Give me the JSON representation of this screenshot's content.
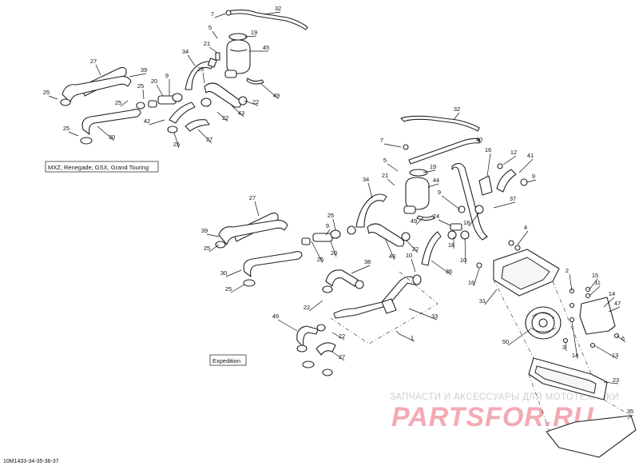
{
  "diagram": {
    "code": "10M1433-34-35-36-37",
    "groups": [
      {
        "id": "mxz",
        "label": "MXZ, Renegade, GSX, Grand Touring"
      },
      {
        "id": "expedition",
        "label": "Expedition"
      }
    ],
    "watermark": {
      "tagline": "ЗАПЧАСТИ И АКСЕССУАРЫ ДЛЯ МОТОТЕХНИКИ",
      "logo": "PARTSFOR.RU"
    },
    "callouts": [
      {
        "id": "c01",
        "n": "7"
      },
      {
        "id": "c02",
        "n": "32"
      },
      {
        "id": "c03",
        "n": "5"
      },
      {
        "id": "c04",
        "n": "19"
      },
      {
        "id": "c05",
        "n": "21"
      },
      {
        "id": "c06",
        "n": "45"
      },
      {
        "id": "c07",
        "n": "34"
      },
      {
        "id": "c08",
        "n": "27"
      },
      {
        "id": "c09",
        "n": "39"
      },
      {
        "id": "c10",
        "n": "25"
      },
      {
        "id": "c11",
        "n": "9"
      },
      {
        "id": "c12",
        "n": "20"
      },
      {
        "id": "c13",
        "n": "25"
      },
      {
        "id": "c14",
        "n": "25"
      },
      {
        "id": "c15",
        "n": "25"
      },
      {
        "id": "c16",
        "n": "49"
      },
      {
        "id": "c17",
        "n": "22"
      },
      {
        "id": "c18",
        "n": "43"
      },
      {
        "id": "c19",
        "n": "22"
      },
      {
        "id": "c20",
        "n": "42"
      },
      {
        "id": "c21",
        "n": "25"
      },
      {
        "id": "c22",
        "n": "30"
      },
      {
        "id": "c23",
        "n": "25"
      },
      {
        "id": "c24",
        "n": "27"
      },
      {
        "id": "c25",
        "n": "32"
      },
      {
        "id": "c26",
        "n": "7"
      },
      {
        "id": "c27",
        "n": "40"
      },
      {
        "id": "c28",
        "n": "16"
      },
      {
        "id": "c29",
        "n": "12"
      },
      {
        "id": "c30",
        "n": "41"
      },
      {
        "id": "c31",
        "n": "5"
      },
      {
        "id": "c32",
        "n": "19"
      },
      {
        "id": "c33",
        "n": "21"
      },
      {
        "id": "c34",
        "n": "44"
      },
      {
        "id": "c35",
        "n": "34"
      },
      {
        "id": "c36",
        "n": "9"
      },
      {
        "id": "c37",
        "n": "9"
      },
      {
        "id": "c38",
        "n": "37"
      },
      {
        "id": "c39",
        "n": "27"
      },
      {
        "id": "c40",
        "n": "25"
      },
      {
        "id": "c41",
        "n": "9"
      },
      {
        "id": "c42",
        "n": "24"
      },
      {
        "id": "c43",
        "n": "49"
      },
      {
        "id": "c44",
        "n": "18"
      },
      {
        "id": "c45",
        "n": "39"
      },
      {
        "id": "c46",
        "n": "25"
      },
      {
        "id": "c47",
        "n": "22"
      },
      {
        "id": "c48",
        "n": "18"
      },
      {
        "id": "c49",
        "n": "4"
      },
      {
        "id": "c50",
        "n": "25"
      },
      {
        "id": "c51",
        "n": "20"
      },
      {
        "id": "c52",
        "n": "43"
      },
      {
        "id": "c53",
        "n": "10"
      },
      {
        "id": "c54",
        "n": "10"
      },
      {
        "id": "c55",
        "n": "36"
      },
      {
        "id": "c56",
        "n": "38"
      },
      {
        "id": "c57",
        "n": "30"
      },
      {
        "id": "c58",
        "n": "16"
      },
      {
        "id": "c59",
        "n": "25"
      },
      {
        "id": "c60",
        "n": "2"
      },
      {
        "id": "c61",
        "n": "15"
      },
      {
        "id": "c62",
        "n": "11"
      },
      {
        "id": "c63",
        "n": "22"
      },
      {
        "id": "c64",
        "n": "31"
      },
      {
        "id": "c65",
        "n": "14"
      },
      {
        "id": "c66",
        "n": "47"
      },
      {
        "id": "c67",
        "n": "33"
      },
      {
        "id": "c68",
        "n": "46"
      },
      {
        "id": "c69",
        "n": "22"
      },
      {
        "id": "c70",
        "n": "1"
      },
      {
        "id": "c71",
        "n": "50"
      },
      {
        "id": "c72",
        "n": "14"
      },
      {
        "id": "c73",
        "n": "3"
      },
      {
        "id": "c74",
        "n": "6"
      },
      {
        "id": "c75",
        "n": "13"
      },
      {
        "id": "c76",
        "n": "27"
      },
      {
        "id": "c77",
        "n": "23"
      },
      {
        "id": "c78",
        "n": "35"
      }
    ]
  }
}
